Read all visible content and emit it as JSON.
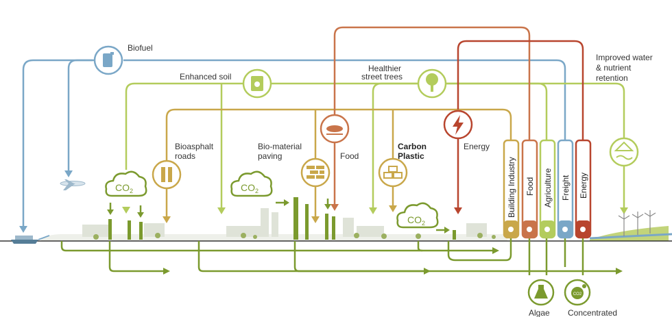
{
  "labels": {
    "biofuel": "Biofuel",
    "enhanced_soil": "Enhanced soil",
    "healthier_trees_1": "Healthier",
    "healthier_trees_2": "street trees",
    "improved_water_1": "Improved water",
    "improved_water_2": "& nutrient",
    "improved_water_3": "retention",
    "bioasphalt_1": "Bioasphalt",
    "bioasphalt_2": "roads",
    "biomaterial_1": "Bio-material",
    "biomaterial_2": "paving",
    "food": "Food",
    "carbon_plastic_1": "Carbon",
    "carbon_plastic_2": "Plastic",
    "energy": "Energy",
    "co2": "CO",
    "co2_sub": "2",
    "algae": "Algae",
    "concentrated": "Concentrated",
    "co2_small": "CO2"
  },
  "sectors": [
    "Building Industry",
    "Food",
    "Agriculture",
    "Freight",
    "Energy"
  ],
  "colors": {
    "green": "#7b9a2e",
    "light_green": "#b3cc5c",
    "blue": "#7aa7c7",
    "orange": "#c9744a",
    "red": "#b8452e",
    "ochre": "#c9a74a"
  },
  "icons": [
    "fuel-can-icon",
    "soil-bag-icon",
    "tree-icon",
    "water-drop-icon",
    "airplane-icon",
    "ship-icon",
    "road-icon",
    "bricks-icon",
    "food-leaf-icon",
    "blocks-icon",
    "lightning-icon",
    "flask-icon",
    "co2-bubble-icon",
    "wind-turbine-icon"
  ]
}
